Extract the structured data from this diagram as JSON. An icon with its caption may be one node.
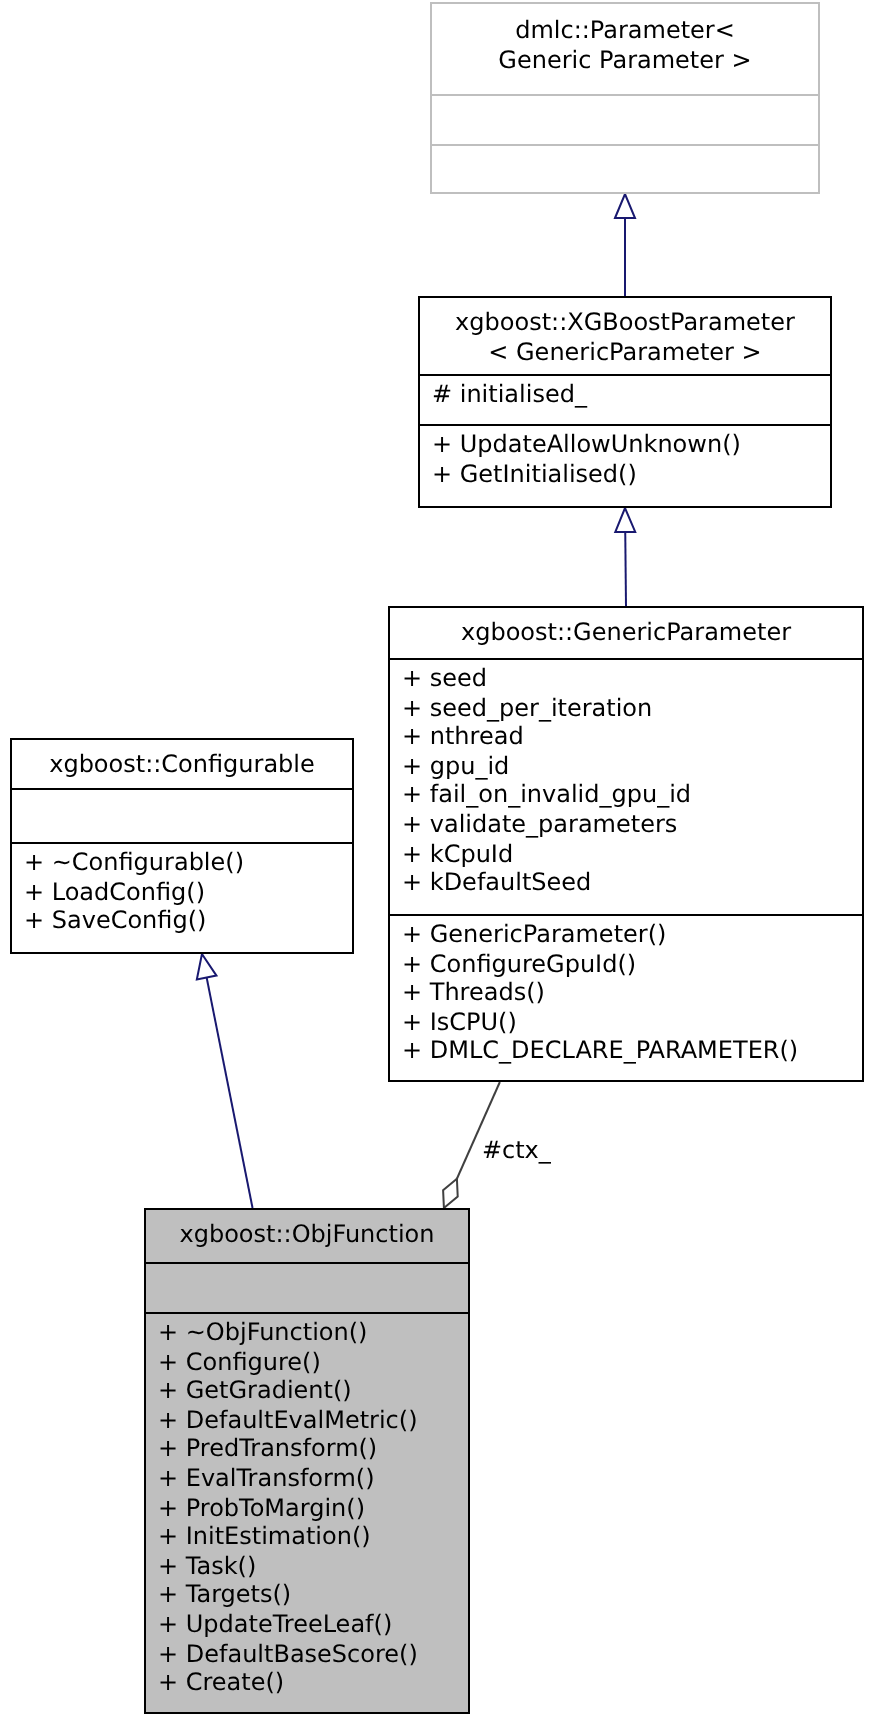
{
  "diagram": {
    "nodes": [
      {
        "text": [
          "dmlc::Parameter< Generic Parameter >"
        ]
      },
      {
        "text": [],
        "shape": "box",
        "in": 0
      },
      {
        "text": [],
        "shape": "box",
        "in": 0
      },
      {
        "text": [
          "xgboost::XGBoostParameter < GenericParameter >"
        ]
      },
      {
        "text": [
          "# initialised_"
        ],
        "in": 3
      },
      {
        "text": [
          "+ UpdateAllowUnknown()",
          "+ GetInitialised()"
        ],
        "in": 3
      },
      {
        "text": [
          "xgboost::GenericParameter"
        ]
      },
      {
        "text": [
          "+ seed",
          "+ seed_per_iteration",
          "+ nthread",
          "+ gpu_id",
          "+ fail_on_invalid_gpu_id",
          "+ validate_parameters",
          "+ kCpuId",
          "+ kDefaultSeed"
        ],
        "in": 6
      },
      {
        "text": [
          "+ GenericParameter()",
          "+ ConfigureGpuId()",
          "+ Threads()",
          "+ IsCPU()",
          "+ DMLC_DECLARE_PARAMETER()"
        ],
        "in": 6
      },
      {
        "text": [
          "xgboost::Configurable"
        ]
      },
      {
        "text": [],
        "shape": "box",
        "in": 9
      },
      {
        "text": [
          "+ ~Configurable()",
          "+ LoadConfig()",
          "+ SaveConfig()"
        ],
        "in": 9
      },
      {
        "text": [
          "xgboost::ObjFunction"
        ]
      },
      {
        "text": [],
        "shape": "box",
        "in": 12
      },
      {
        "text": [
          "+ ~ObjFunction()",
          "+ Configure()",
          "+ GetGradient()",
          "+ DefaultEvalMetric()",
          "+ PredTransform()",
          "+ EvalTransform()",
          "+ ProbToMargin()",
          "+ InitEstimation()",
          "+ Task()",
          "+ Targets()",
          "+ UpdateTreeLeaf()",
          "+ DefaultBaseScore()",
          "+ Create()"
        ],
        "in": 12
      }
    ],
    "edges": [
      {
        "from": 3,
        "to": 0,
        "arrow": "to"
      },
      {
        "from": 6,
        "to": 3,
        "arrow": "to"
      },
      {
        "from": 12,
        "to": 9,
        "arrow": "to"
      },
      {
        "from": 6,
        "to": 12,
        "arrow": "other",
        "label": "#ctx_",
        "color": "#404040"
      }
    ]
  }
}
